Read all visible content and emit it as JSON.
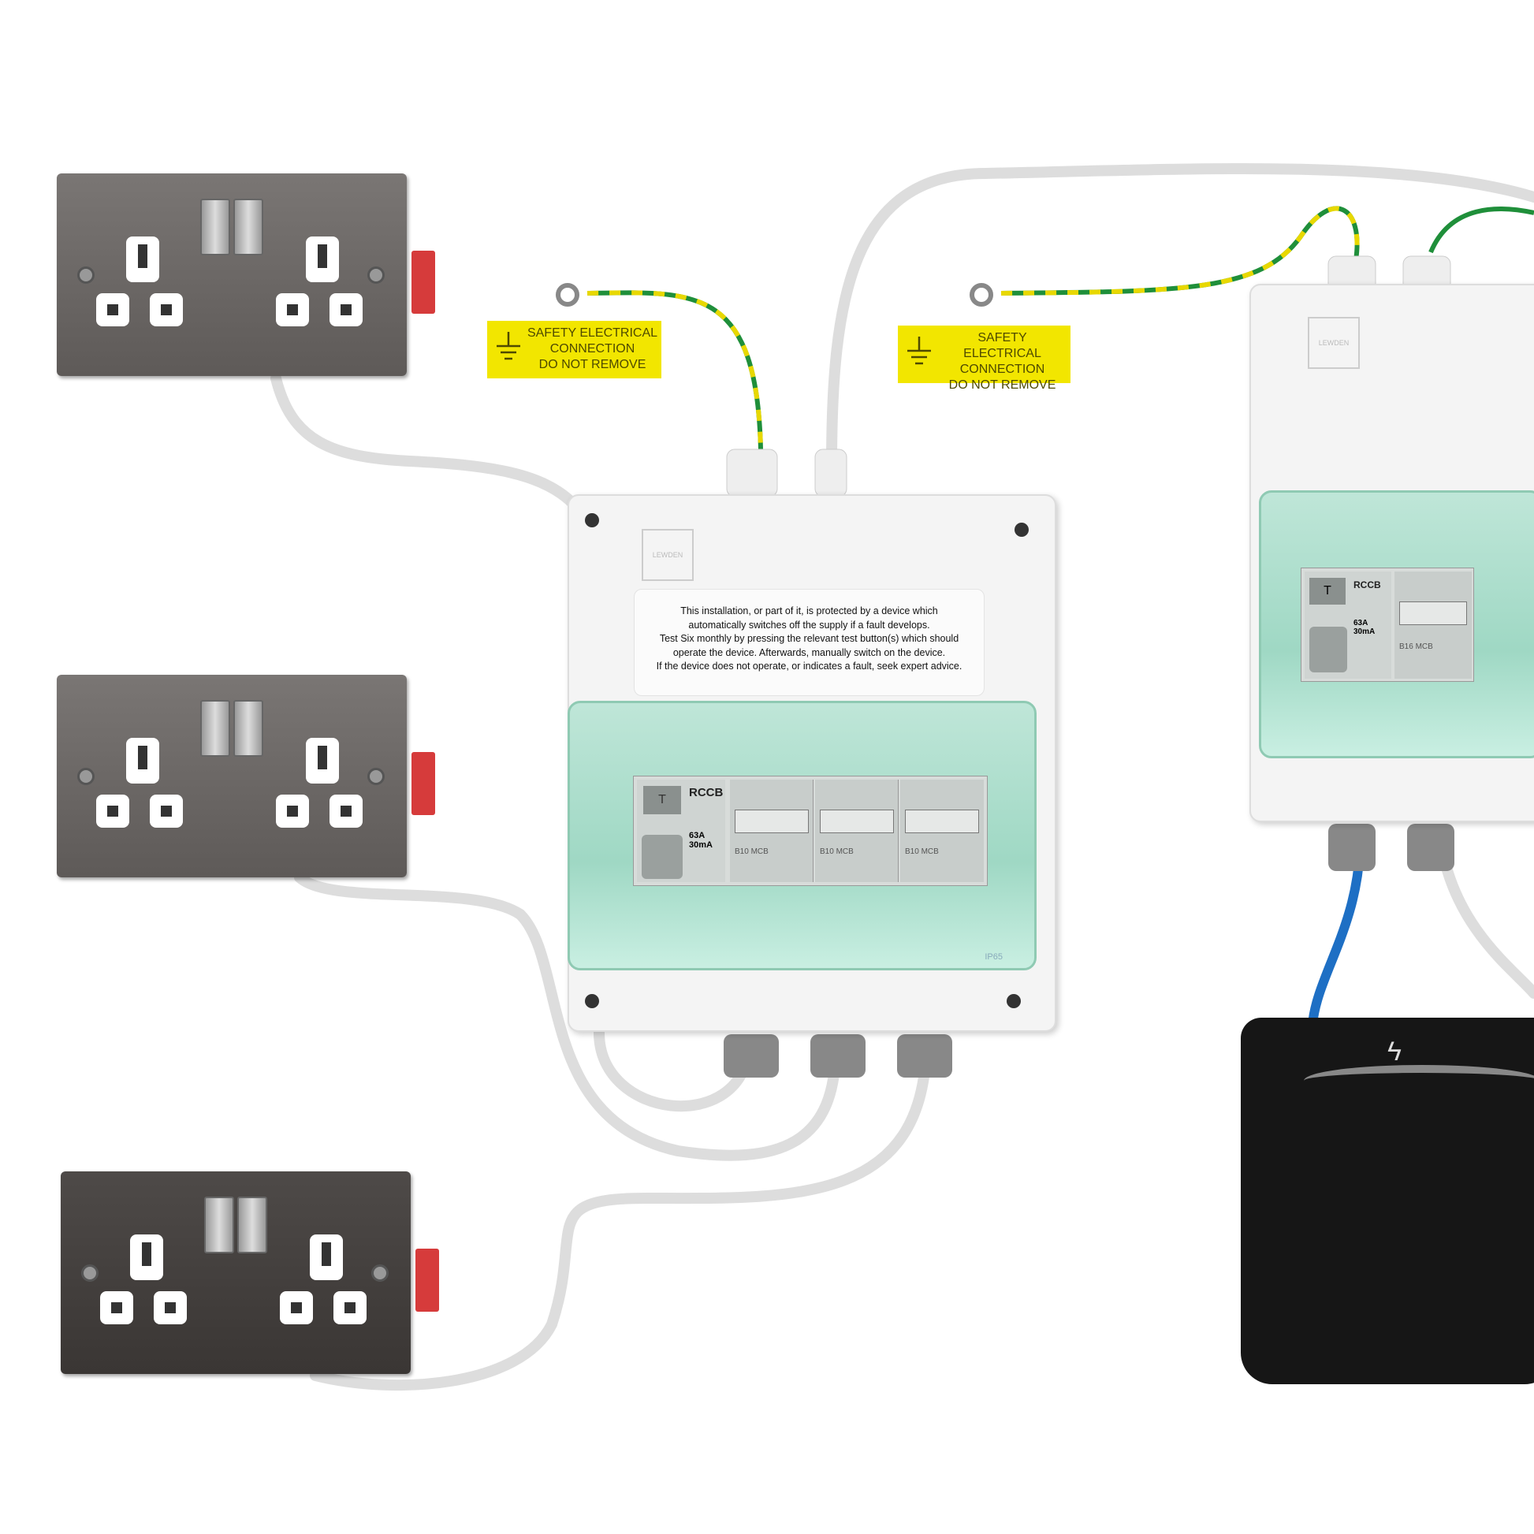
{
  "labels": {
    "earth_label_1": [
      "SAFETY ELECTRICAL",
      "CONNECTION",
      "DO NOT REMOVE"
    ],
    "earth_label_2": [
      "SAFETY ELECTRICAL",
      "CONNECTION",
      "DO NOT REMOVE"
    ]
  },
  "main_unit": {
    "brand": "LEWDEN",
    "notice": [
      "This installation, or part of it, is protected by a device which",
      "automatically switches off the supply if a fault develops.",
      "Test Six monthly by pressing the relevant test button(s) which should",
      "operate the device. Afterwards, manually switch on the device.",
      "If the device does not operate, or indicates a fault, seek expert advice."
    ],
    "rccb": {
      "title": "RCCB",
      "test": "T",
      "rating": "63A",
      "sensitivity": "30mA"
    },
    "mcbs": [
      "B10 MCB",
      "B10 MCB",
      "B10 MCB"
    ],
    "ip_rating": "IP65"
  },
  "secondary_unit": {
    "brand": "LEWDEN",
    "rccb": {
      "title": "RCCB",
      "test": "T",
      "rating": "63A",
      "sensitivity": "30mA"
    },
    "mcb": "B16 MCB"
  },
  "colors": {
    "earth_label": "#f2e600",
    "window": "#a8dcc9",
    "socket": "#6a6664",
    "black_box": "#161616",
    "blue_cable": "#1e6fc4"
  }
}
